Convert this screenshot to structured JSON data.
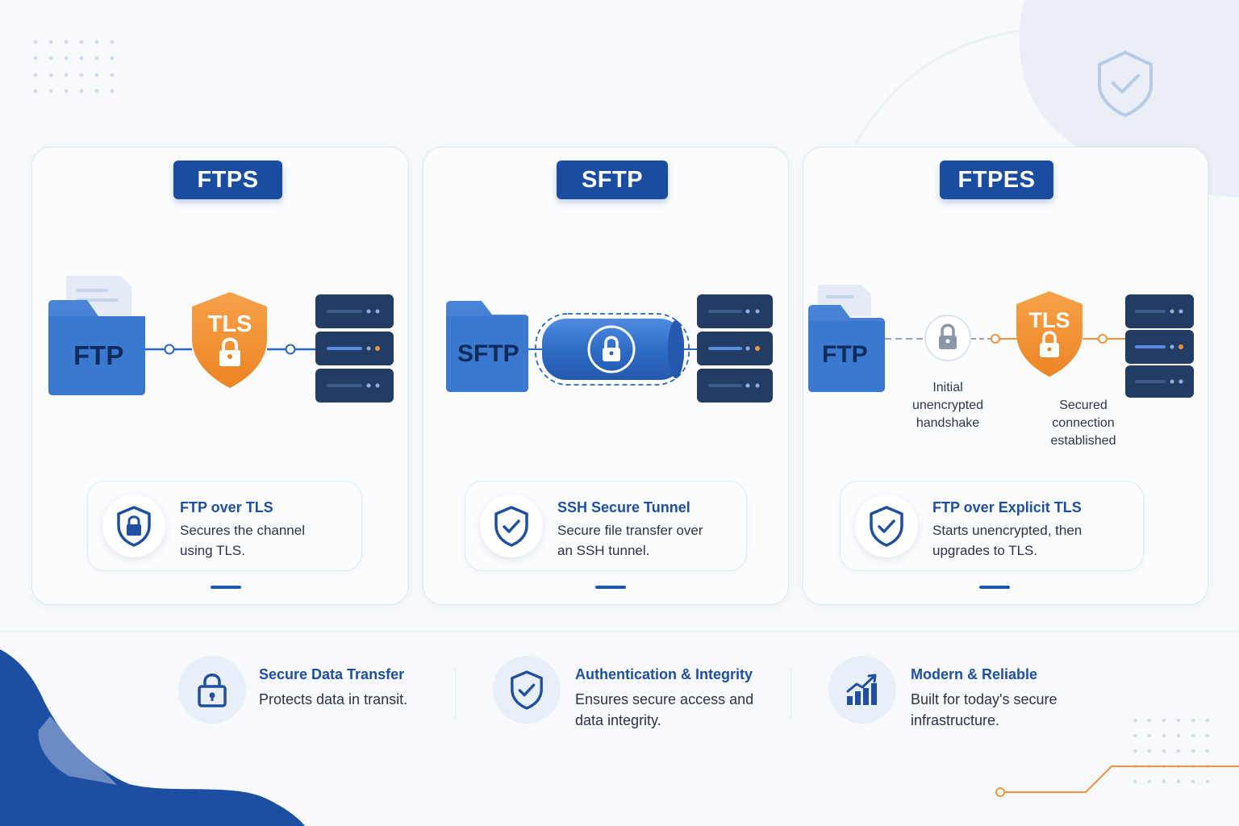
{
  "cards": [
    {
      "title": "FTPS",
      "info_title": "FTP over TLS",
      "info_desc": "Secures the channel using TLS."
    },
    {
      "title": "SFTP",
      "info_title": "SSH Secure Tunnel",
      "info_desc": "Secure file transfer over an SSH tunnel."
    },
    {
      "title": "FTPES",
      "info_title": "FTP over Explicit TLS",
      "info_desc": "Starts unencrypted, then upgrades to TLS."
    }
  ],
  "diagram": {
    "ftps": {
      "folder_label": "FTP",
      "shield_label": "TLS"
    },
    "sftp": {
      "folder_label": "SFTP"
    },
    "ftpes": {
      "folder_label": "FTP",
      "shield_label": "TLS",
      "caption_handshake": "Initial unencrypted handshake",
      "caption_secured": "Secured connection established"
    }
  },
  "features": [
    {
      "title": "Secure Data Transfer",
      "desc": "Protects data in transit.",
      "icon": "lock-icon"
    },
    {
      "title": "Authentication & Integrity",
      "desc": "Ensures secure access and data integrity.",
      "icon": "shield-check-icon"
    },
    {
      "title": "Modern & Reliable",
      "desc": "Built for today's secure infrastructure.",
      "icon": "chart-icon"
    }
  ],
  "colors": {
    "primary": "#1a4da0",
    "folder_blue": "#3a78cf",
    "server_navy": "#223a61",
    "shield_orange": "#f29437",
    "text_dark": "#2a3347"
  }
}
